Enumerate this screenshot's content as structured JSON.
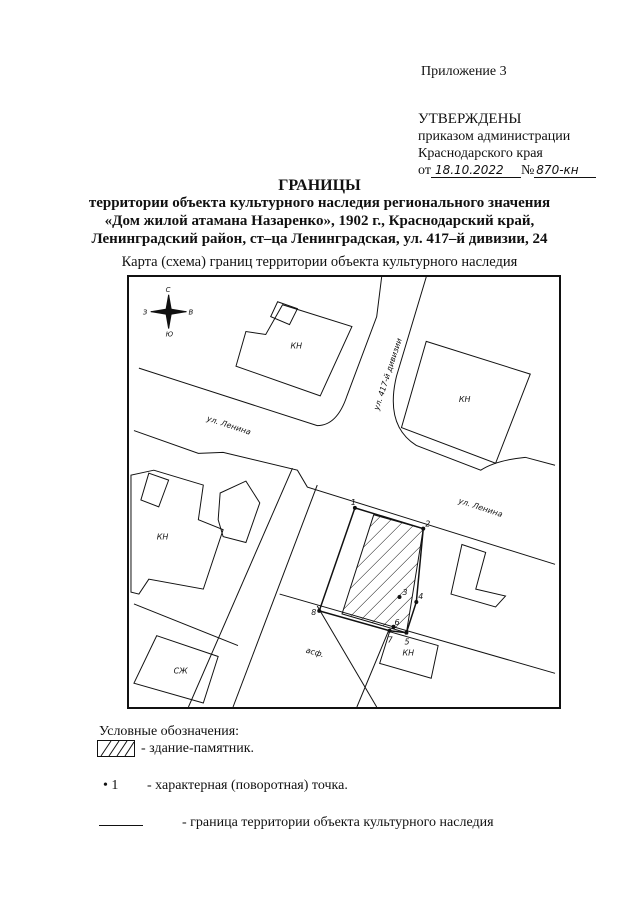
{
  "header": {
    "appendix": "Приложение 3",
    "approved": "УТВЕРЖДЕНЫ",
    "by_order": "приказом администрации",
    "region": "Краснодарского края",
    "date_prefix": "от",
    "date": "18.10.2022",
    "number_prefix": "№",
    "number": "870-кн"
  },
  "title": {
    "main": "ГРАНИЦЫ",
    "line1": "территории объекта культурного наследия регионального значения",
    "line2": "«Дом жилой атамана Назаренко», 1902 г., Краснодарский край,",
    "line3": "Ленинградский район, ст–ца Ленинградская, ул. 417–й дивизии, 24",
    "subtitle": "Карта (схема) границ территории объекта культурного наследия"
  },
  "map": {
    "compass": {
      "n": "С",
      "s": "Ю",
      "w": "З",
      "e": "В"
    },
    "labels": {
      "kn": "КН",
      "szh": "СЖ",
      "asf": "асф.",
      "street_lenina": "ул. Ленина",
      "street_417": "ул. 417-й дивизии"
    },
    "points": [
      "1",
      "2",
      "3",
      "4",
      "5",
      "6",
      "7",
      "8"
    ]
  },
  "legend": {
    "heading": "Условные обозначения:",
    "monument": "- здание-памятник.",
    "point_num": "1",
    "point": "- характерная (поворотная) точка.",
    "boundary": "- граница территории объекта культурного наследия"
  }
}
